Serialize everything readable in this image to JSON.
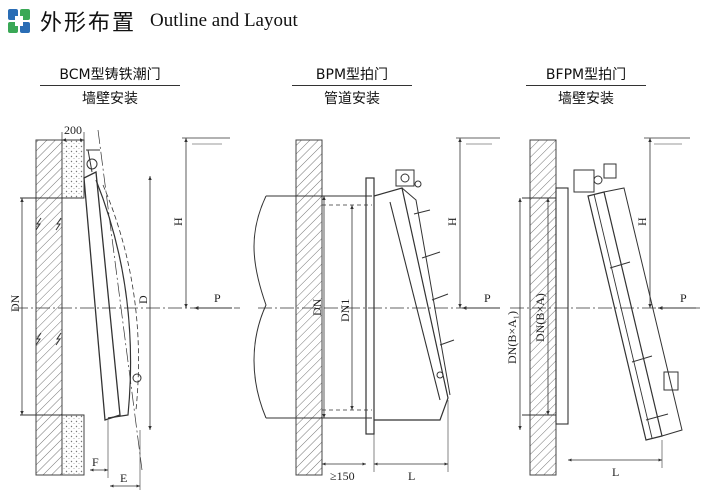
{
  "header": {
    "title_cn": "外形布置",
    "title_en": "Outline and Layout"
  },
  "figures": [
    {
      "name": "BCM型铸铁潮门",
      "mount": "墙壁安装",
      "dims": {
        "width": "200",
        "diameter": "DN",
        "diameter_outer": "D",
        "height": "H",
        "pressure": "P",
        "e": "E",
        "f": "F"
      }
    },
    {
      "name": "BPM型拍门",
      "mount": "管道安装",
      "dims": {
        "diameter": "DN",
        "diameter1": "DN1",
        "height": "H",
        "pressure": "P",
        "gap": "≥150",
        "length": "L"
      }
    },
    {
      "name": "BFPM型拍门",
      "mount": "墙壁安装",
      "dims": {
        "dn_ba": "DN(B×A)",
        "dn_ba1": "DN(B×A₁)",
        "height": "H",
        "pressure": "P",
        "length": "L"
      }
    }
  ],
  "colors": {
    "line": "#333333",
    "logo_blue": "#2a6db5",
    "logo_green": "#3aa856"
  }
}
